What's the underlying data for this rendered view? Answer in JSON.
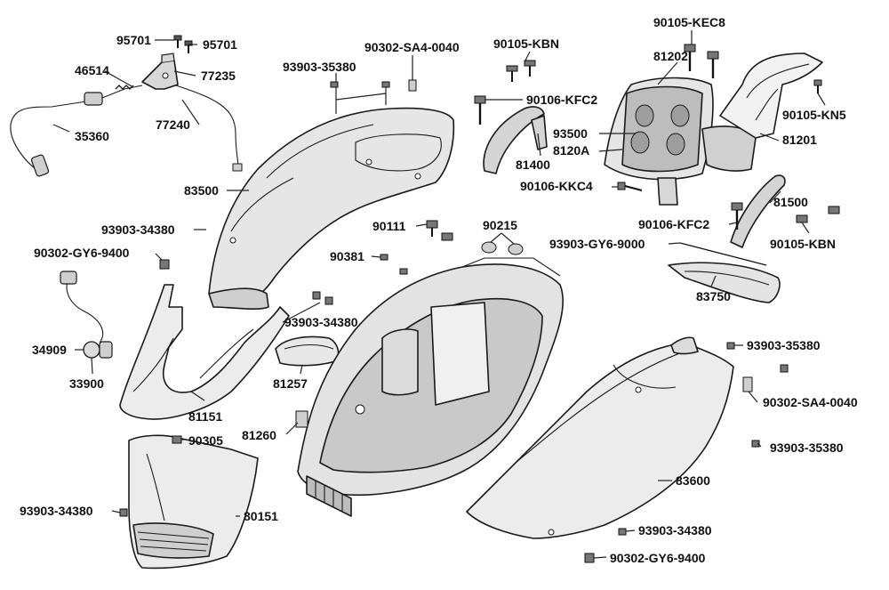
{
  "labels": {
    "p95701a": "95701",
    "p95701b": "95701",
    "p46514": "46514",
    "p77235": "77235",
    "p77240": "77240",
    "p35360": "35360",
    "p93903_35380_top": "93903-35380",
    "p90302_SA4_0040_top": "90302-SA4-0040",
    "p90105_KBN_top": "90105-KBN",
    "p90105_KEC8": "90105-KEC8",
    "p81202": "81202",
    "p90106_KFC2_top": "90106-KFC2",
    "p90105_KN5": "90105-KN5",
    "p93500": "93500",
    "p81201": "81201",
    "p8120A": "8120A",
    "p81400": "81400",
    "p90106_KKC4": "90106-KKC4",
    "p83500": "83500",
    "p81500": "81500",
    "p90106_KFC2_mid": "90106-KFC2",
    "p93903_34380_a": "93903-34380",
    "p90111": "90111",
    "p90215": "90215",
    "p90105_KBN_mid": "90105-KBN",
    "p93903_GY6_9000": "93903-GY6-9000",
    "p90302_GY6_9400_left": "90302-GY6-9400",
    "p90381": "90381",
    "p83750": "83750",
    "p93903_34380_b": "93903-34380",
    "p34909": "34909",
    "p93903_35380_right": "93903-35380",
    "p33900": "33900",
    "p81257": "81257",
    "p90302_SA4_0040_right": "90302-SA4-0040",
    "p81151": "81151",
    "p81260": "81260",
    "p90305": "90305",
    "p93903_35380_bottom": "93903-35380",
    "p83600": "83600",
    "p93903_34380_c": "93903-34380",
    "p80151": "80151",
    "p93903_34380_d": "93903-34380",
    "p90302_GY6_9400_bottom": "90302-GY6-9400"
  },
  "colors": {
    "panel_fill": "#e9e9e9",
    "dark_fill": "#bfbfbf",
    "line": "#1a1a1a",
    "text": "#111111"
  }
}
